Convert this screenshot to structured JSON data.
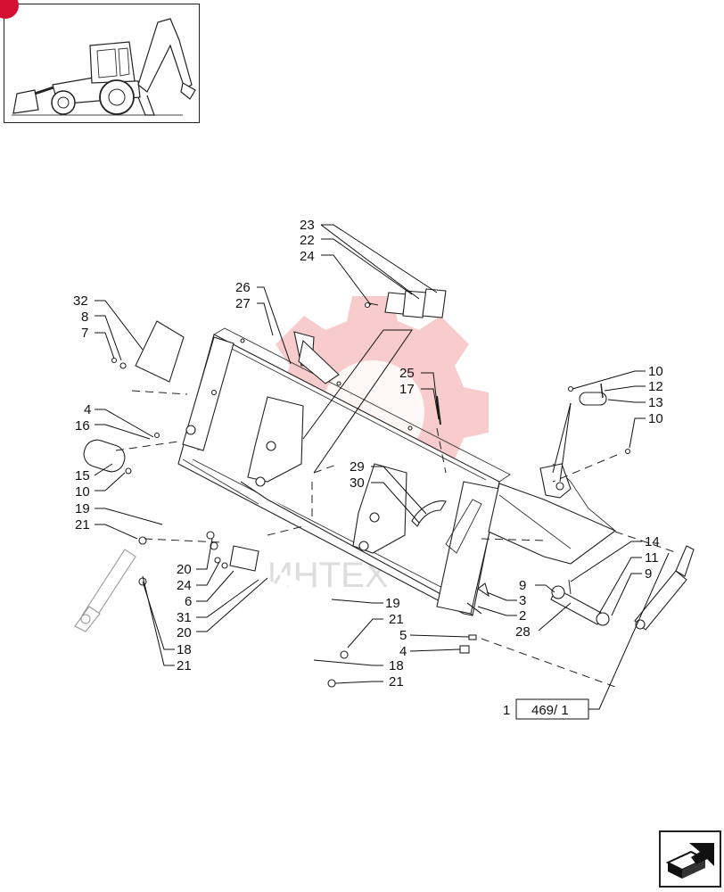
{
  "diagram": {
    "reference_label": "469/ 1",
    "reference_item": "1",
    "watermark_text": "ИНТЕХ",
    "callouts": [
      "23",
      "22",
      "24",
      "26",
      "27",
      "32",
      "8",
      "7",
      "4",
      "16",
      "15",
      "10",
      "19",
      "21",
      "20",
      "24",
      "6",
      "31",
      "20",
      "18",
      "21",
      "25",
      "17",
      "29",
      "30",
      "10",
      "12",
      "13",
      "10",
      "14",
      "11",
      "9",
      "9",
      "3",
      "2",
      "28",
      "19",
      "21",
      "5",
      "4",
      "18",
      "21"
    ]
  },
  "thumbnail": {
    "icon": "backhoe-loader-icon"
  },
  "navigation": {
    "icon": "next-page-arrow-icon"
  },
  "colors": {
    "watermark": "#f3a3a3",
    "badge": "#d50f2f",
    "line": "#111111"
  }
}
